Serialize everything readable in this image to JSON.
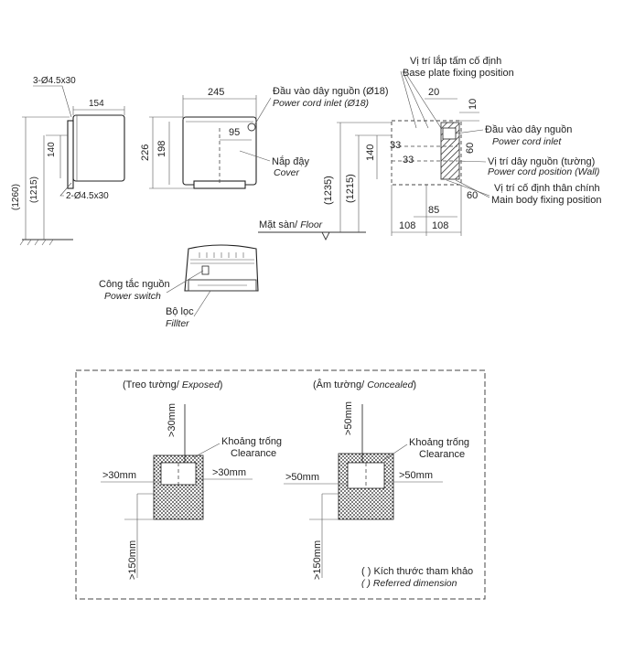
{
  "top_views": {
    "side": {
      "hole_top": "3-Ø4.5x30",
      "hole_bottom": "2-Ø4.5x30",
      "width": "154",
      "height_total": "(1260)",
      "height_mount": "(1215)",
      "inner": "140"
    },
    "front": {
      "width": "245",
      "height_outer": "226",
      "height_inner": "198",
      "offset": "95",
      "cord_label_vi": "Đầu vào dây nguồn (Ø18)",
      "cord_label_en": "Power cord inlet (Ø18)",
      "cover_vi": "Nắp đậy",
      "cover_en": "Cover",
      "floor_vi": "Mặt sàn/ ",
      "floor_en": "Floor"
    },
    "rear": {
      "base_vi": "Vị trí lắp tấm cố định",
      "base_en": "Base plate fixing position",
      "d20": "20",
      "d10": "10",
      "cord_inlet_vi": "Đầu vào dây nguồn",
      "cord_inlet_en": "Power cord inlet",
      "d60a": "60",
      "d140": "140",
      "d33a": "33",
      "d33b": "33",
      "wall_vi": "Vị trí dây nguồn (tường)",
      "wall_en": "Power cord position (Wall)",
      "h1235": "(1235)",
      "h1215": "(1215)",
      "main_vi": "Vị trí cố định thân chính",
      "main_en": "Main body fixing position",
      "d60b": "60",
      "d85": "85",
      "d108a": "108",
      "d108b": "108"
    },
    "bottom": {
      "switch_vi": "Công tắc nguồn",
      "switch_en": "Power switch",
      "filter_vi": "Bộ lọc",
      "filter_en": "Fillter"
    }
  },
  "clearance": {
    "exposed_title_vi": "(Treo tường/ ",
    "exposed_title_en": "Exposed",
    "exposed_title_end": ")",
    "exposed_top": ">30mm",
    "exposed_left": ">30mm",
    "exposed_right": ">30mm",
    "exposed_bottom": ">150mm",
    "exposed_clear_vi": "Khoảng trống",
    "exposed_clear_en": "Clearance",
    "concealed_title_vi": "(Âm tường/ ",
    "concealed_title_en": "Concealed",
    "concealed_title_end": ")",
    "concealed_top": ">50mm",
    "concealed_left": ">50mm",
    "concealed_right": ">50mm",
    "concealed_bottom": ">150mm",
    "concealed_clear_vi": "Khoảng trống",
    "concealed_clear_en": "Clearance",
    "ref_vi": "( ) Kích thước tham khảo",
    "ref_en": "( ) Referred dimension"
  }
}
